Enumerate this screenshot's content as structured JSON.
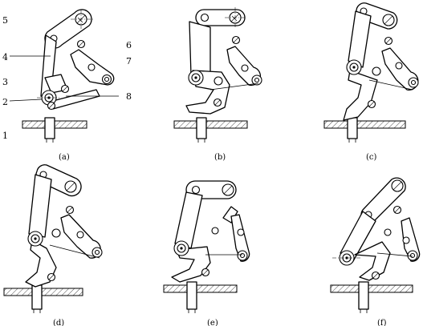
{
  "part_labels": [
    "5",
    "4",
    "3",
    "2",
    "1",
    "6",
    "7",
    "8"
  ],
  "captions": [
    "(a)",
    "(b)",
    "(c)",
    "(d)",
    "(e)",
    "(f)"
  ],
  "colors": {
    "line": "#000000",
    "background": "#ffffff"
  }
}
